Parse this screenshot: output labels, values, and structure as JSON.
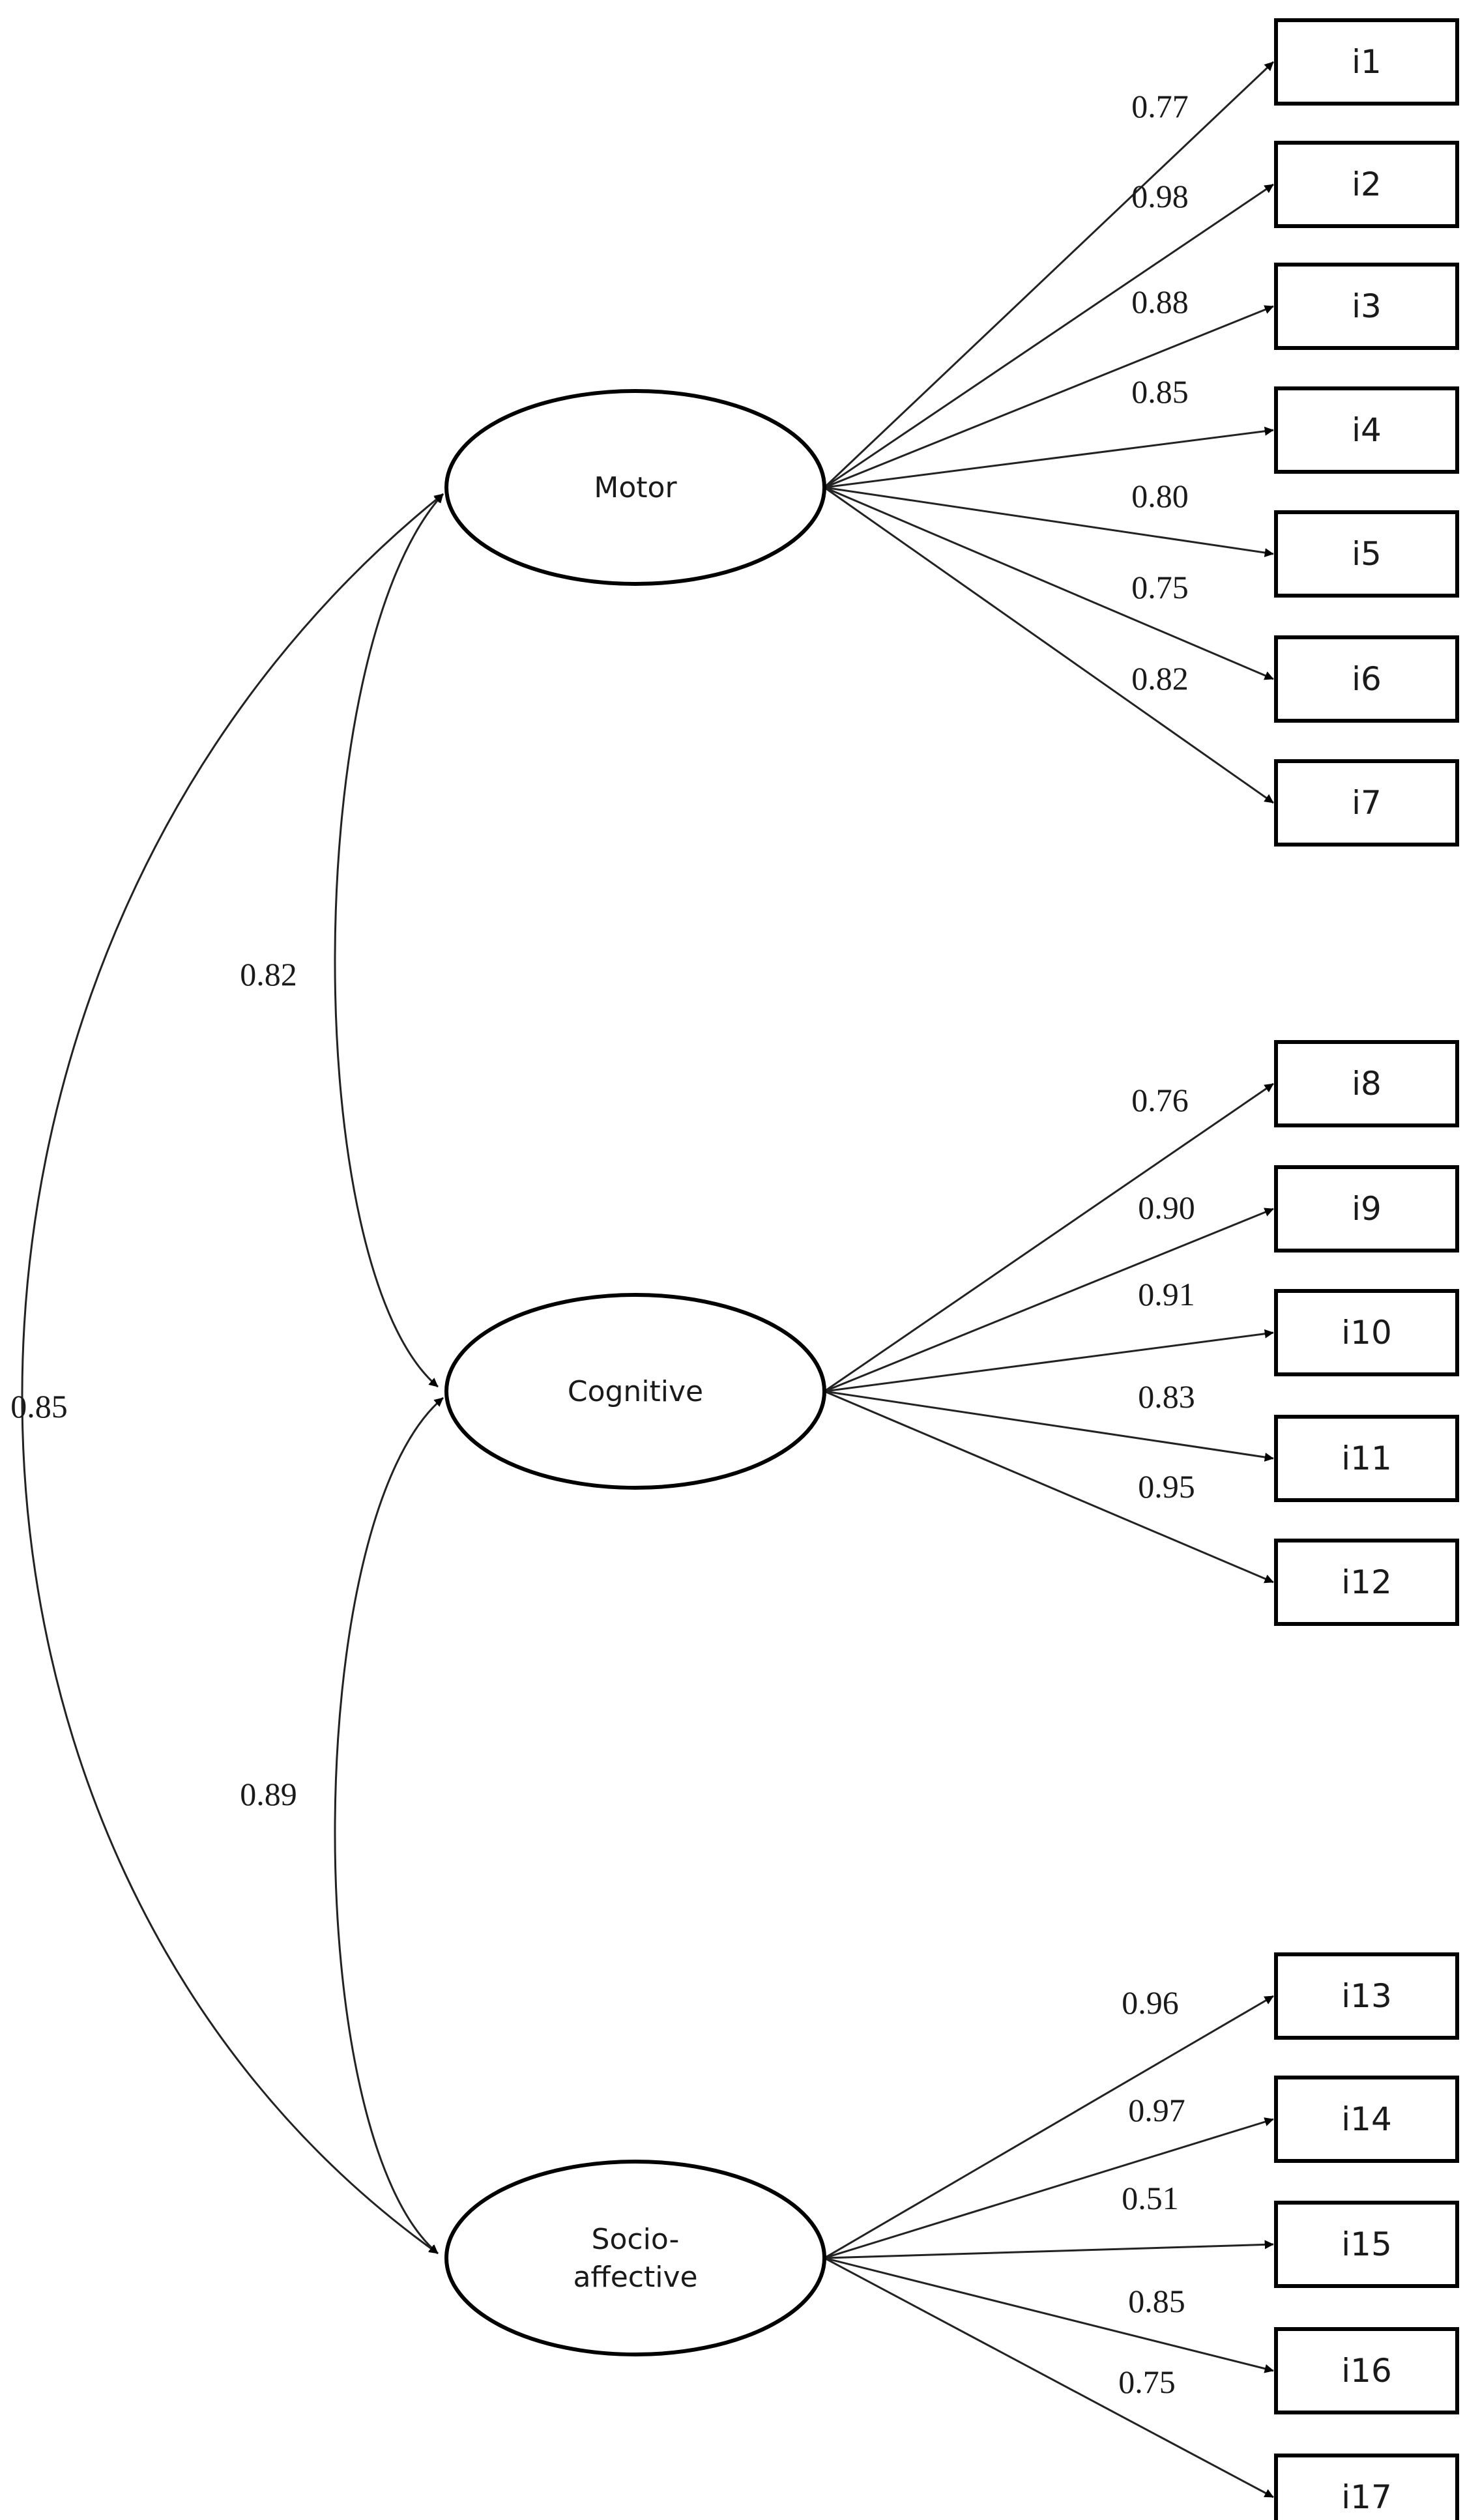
{
  "factors": [
    {
      "id": "motor",
      "label_lines": [
        "Motor"
      ]
    },
    {
      "id": "cognitive",
      "label_lines": [
        "Cognitive"
      ]
    },
    {
      "id": "socio",
      "label_lines": [
        "Socio-",
        "affective"
      ]
    }
  ],
  "items": [
    {
      "label": "i1",
      "factor": "motor",
      "loading": "0.77"
    },
    {
      "label": "i2",
      "factor": "motor",
      "loading": "0.98"
    },
    {
      "label": "i3",
      "factor": "motor",
      "loading": "0.88"
    },
    {
      "label": "i4",
      "factor": "motor",
      "loading": "0.85"
    },
    {
      "label": "i5",
      "factor": "motor",
      "loading": "0.80"
    },
    {
      "label": "i6",
      "factor": "motor",
      "loading": "0.75"
    },
    {
      "label": "i7",
      "factor": "motor",
      "loading": "0.82"
    },
    {
      "label": "i8",
      "factor": "cognitive",
      "loading": "0.76"
    },
    {
      "label": "i9",
      "factor": "cognitive",
      "loading": "0.90"
    },
    {
      "label": "i10",
      "factor": "cognitive",
      "loading": "0.91"
    },
    {
      "label": "i11",
      "factor": "cognitive",
      "loading": "0.83"
    },
    {
      "label": "i12",
      "factor": "cognitive",
      "loading": "0.95"
    },
    {
      "label": "i13",
      "factor": "socio",
      "loading": "0.96"
    },
    {
      "label": "i14",
      "factor": "socio",
      "loading": "0.97"
    },
    {
      "label": "i15",
      "factor": "socio",
      "loading": "0.51"
    },
    {
      "label": "i16",
      "factor": "socio",
      "loading": "0.85"
    },
    {
      "label": "i17",
      "factor": "socio",
      "loading": "0.75"
    }
  ],
  "correlations": [
    {
      "from": "motor",
      "to": "cognitive",
      "value": "0.82"
    },
    {
      "from": "cognitive",
      "to": "socio",
      "value": "0.89"
    },
    {
      "from": "motor",
      "to": "socio",
      "value": "0.85"
    }
  ]
}
